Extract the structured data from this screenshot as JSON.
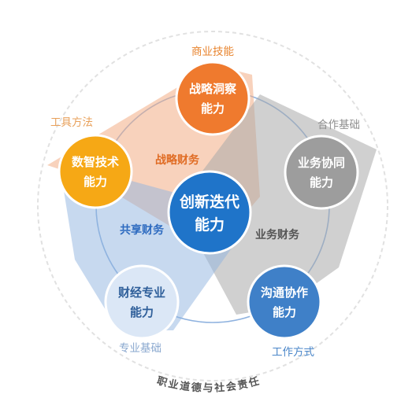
{
  "colors": {
    "outer_ring": "#e1e1e1",
    "orbit": "#8fb2df",
    "orange": "#ef7a2e",
    "amber": "#f6a815",
    "gray": "#9d9d9d",
    "blue_mid": "#3f80c8",
    "blue_pale": "#dbe7f6",
    "center": "#1f74c9",
    "orange_text": "#e06c24",
    "blue_text": "#2e6bc0",
    "gray_text": "#8a8a8a",
    "label_gray": "#8f8f8f"
  },
  "center": {
    "line1": "创新迭代",
    "line2": "能力"
  },
  "nodes": [
    {
      "id": "strategy",
      "line1": "战略洞察",
      "line2": "能力",
      "outer_label": "商业技能"
    },
    {
      "id": "business",
      "line1": "业务协同",
      "line2": "能力",
      "outer_label": "合作基础"
    },
    {
      "id": "communication",
      "line1": "沟通协作",
      "line2": "能力",
      "outer_label": "工作方式"
    },
    {
      "id": "finance-pro",
      "line1": "财经专业",
      "line2": "能力",
      "outer_label": "专业基础"
    },
    {
      "id": "digital",
      "line1": "数智技术",
      "line2": "能力",
      "outer_label": "工具方法"
    }
  ],
  "regions": {
    "strategic": "战略财务",
    "shared": "共享财务",
    "business": "业务财务"
  },
  "ring_text": "职业道德与社会责任"
}
